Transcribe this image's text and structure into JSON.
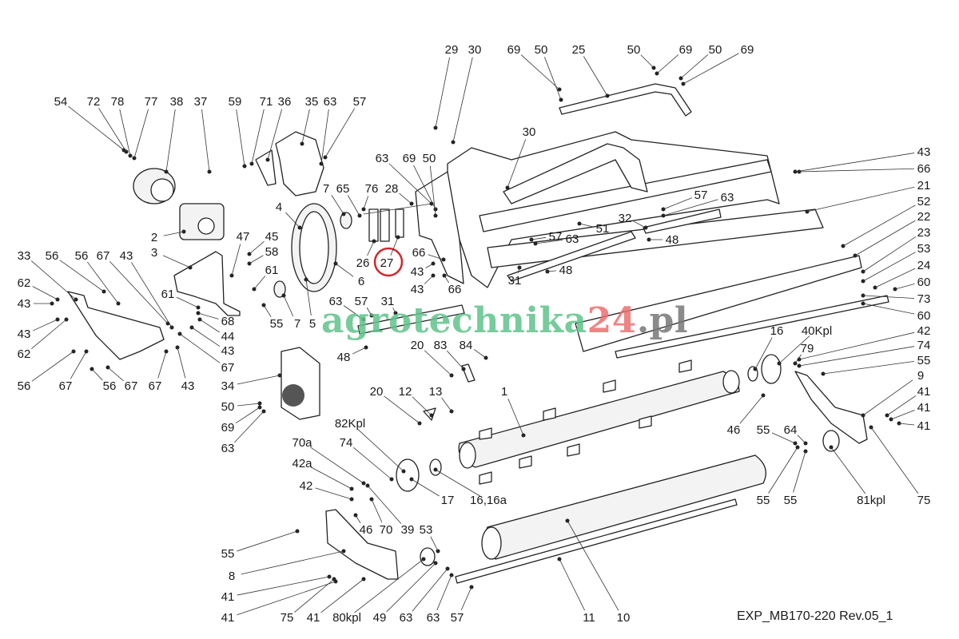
{
  "diagram": {
    "revision": "EXP_MB170-220 Rev.05_1",
    "watermark": {
      "name": "agrotechnika",
      "number": "24",
      "tld": ".pl"
    },
    "highlighted_part": "27",
    "highlight_color": "#d0282c",
    "part_labels": [
      "29",
      "30",
      "69",
      "50",
      "25",
      "50",
      "69",
      "50",
      "69",
      "54",
      "72",
      "78",
      "77",
      "38",
      "37",
      "59",
      "71",
      "36",
      "35",
      "63",
      "57",
      "30",
      "63",
      "69",
      "50",
      "43",
      "66",
      "21",
      "52",
      "22",
      "23",
      "53",
      "24",
      "60",
      "73",
      "60",
      "42",
      "74",
      "55",
      "9",
      "41",
      "41",
      "41",
      "7",
      "65",
      "76",
      "28",
      "4",
      "57",
      "63",
      "2",
      "47",
      "45",
      "58",
      "32",
      "51",
      "57",
      "63",
      "48",
      "33",
      "56",
      "56",
      "67",
      "43",
      "3",
      "61",
      "26",
      "27",
      "66",
      "43",
      "48",
      "6",
      "31",
      "43",
      "66",
      "62",
      "43",
      "43",
      "62",
      "61",
      "68",
      "44",
      "43",
      "67",
      "55",
      "7",
      "5",
      "63",
      "57",
      "31",
      "48",
      "20",
      "83",
      "84",
      "16",
      "40Kpl",
      "79",
      "56",
      "67",
      "56",
      "67",
      "67",
      "43",
      "34",
      "20",
      "12",
      "13",
      "1",
      "50",
      "69",
      "63",
      "46",
      "55",
      "64",
      "82Kpl",
      "70a",
      "74",
      "42a",
      "42",
      "55",
      "55",
      "81kpl",
      "75",
      "17",
      "16,16a",
      "46",
      "70",
      "39",
      "53",
      "55",
      "8",
      "41",
      "41",
      "75",
      "41",
      "80kpl",
      "49",
      "63",
      "63",
      "57",
      "11",
      "10"
    ]
  }
}
